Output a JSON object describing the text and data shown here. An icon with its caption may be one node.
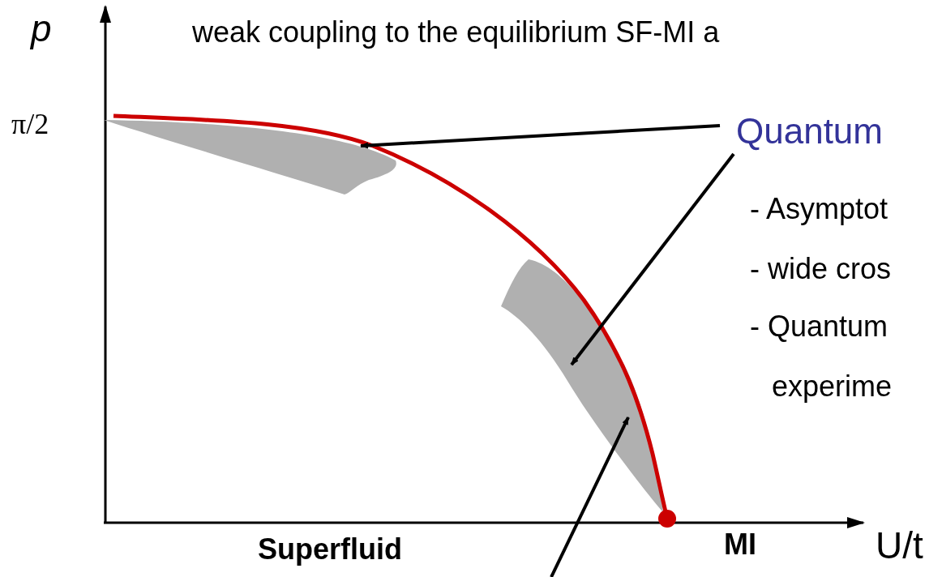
{
  "diagram": {
    "title": "weak coupling to the equilibrium SF-MI a",
    "nodes": [
      {
        "text": [
          "Quantum"
        ]
      },
      {
        "text": [],
        "shape": "region"
      },
      {
        "text": [],
        "shape": "region"
      }
    ],
    "edges": [
      {
        "from": 0,
        "to": 1,
        "arrow": "to"
      },
      {
        "from": 0,
        "to": 2,
        "arrow": "to"
      },
      {
        "from": null,
        "to": 2,
        "arrow": "to"
      }
    ],
    "labels": [
      "p",
      "π/2",
      "- Asymptot",
      "- wide cros",
      "- Quantum experime",
      "Superfluid",
      "MI",
      "U/t"
    ]
  }
}
